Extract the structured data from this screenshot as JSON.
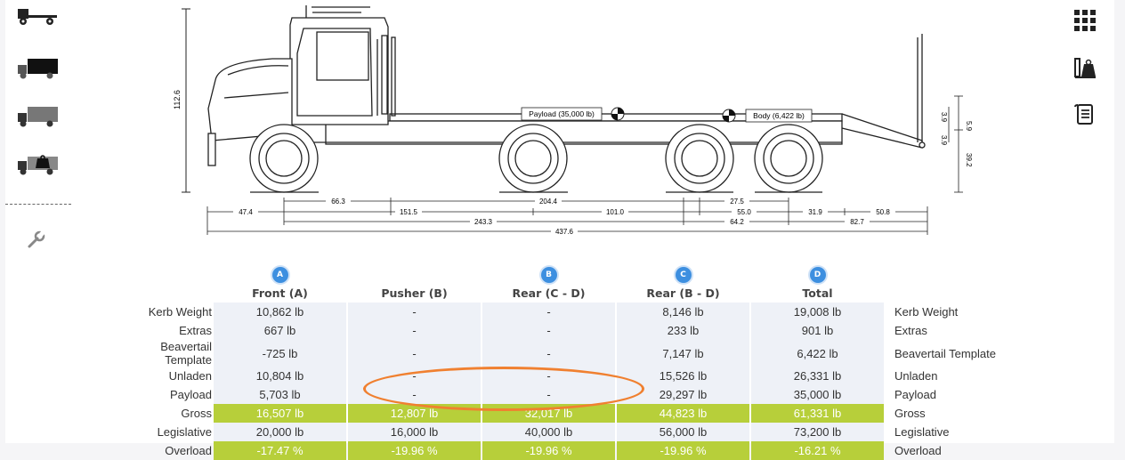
{
  "diagram": {
    "payload_label": "Payload (35,000 lb)",
    "body_label": "Body (6,422 lb)",
    "dim_height": "112.6",
    "dim_right": [
      "5.9",
      "3.9",
      "3.9",
      "39.2"
    ],
    "dims_row1": [
      "66.3",
      "204.4",
      "27.5"
    ],
    "dims_row2": [
      "47.4",
      "151.5",
      "101.0",
      "55.0",
      "31.9",
      "50.8"
    ],
    "dims_row3": [
      "243.3",
      "64.2",
      "82.7"
    ],
    "dims_row4": [
      "437.6"
    ]
  },
  "sidebar_left": [
    "truck-chassis-icon",
    "truck-box-black-icon",
    "truck-box-grey-icon",
    "truck-weight-icon",
    "wrench-icon"
  ],
  "sidebar_right": [
    "grid-icon",
    "scale-weight-icon",
    "scroll-report-icon"
  ],
  "table": {
    "badges": [
      "A",
      "B",
      "C",
      "D"
    ],
    "columns": [
      "Front (A)",
      "Pusher (B)",
      "Rear (C - D)",
      "Rear (B - D)",
      "Total"
    ],
    "rows": [
      {
        "label": "Kerb Weight",
        "values": [
          "10,862 lb",
          "-",
          "-",
          "8,146 lb",
          "19,008 lb"
        ],
        "highlight": false
      },
      {
        "label": "Extras",
        "values": [
          "667 lb",
          "-",
          "-",
          "233 lb",
          "901 lb"
        ],
        "highlight": false
      },
      {
        "label": "Beavertail Template",
        "values": [
          "-725 lb",
          "-",
          "-",
          "7,147 lb",
          "6,422 lb"
        ],
        "highlight": false
      },
      {
        "label": "Unladen",
        "values": [
          "10,804 lb",
          "-",
          "-",
          "15,526 lb",
          "26,331 lb"
        ],
        "highlight": false
      },
      {
        "label": "Payload",
        "values": [
          "5,703 lb",
          "-",
          "-",
          "29,297 lb",
          "35,000 lb"
        ],
        "highlight": false
      },
      {
        "label": "Gross",
        "values": [
          "16,507 lb",
          "12,807 lb",
          "32,017 lb",
          "44,823 lb",
          "61,331 lb"
        ],
        "highlight": true
      },
      {
        "label": "Legislative",
        "values": [
          "20,000 lb",
          "16,000 lb",
          "40,000 lb",
          "56,000 lb",
          "73,200 lb"
        ],
        "highlight": false
      },
      {
        "label": "Overload",
        "values": [
          "-17.47 %",
          "-19.96 %",
          "-19.96 %",
          "-19.96 %",
          "-16.21 %"
        ],
        "highlight": true
      }
    ]
  },
  "colors": {
    "highlight": "#b7cf3a",
    "badge": "#3d8fe0",
    "annotation": "#f08030",
    "cell": "#eef1f7"
  }
}
